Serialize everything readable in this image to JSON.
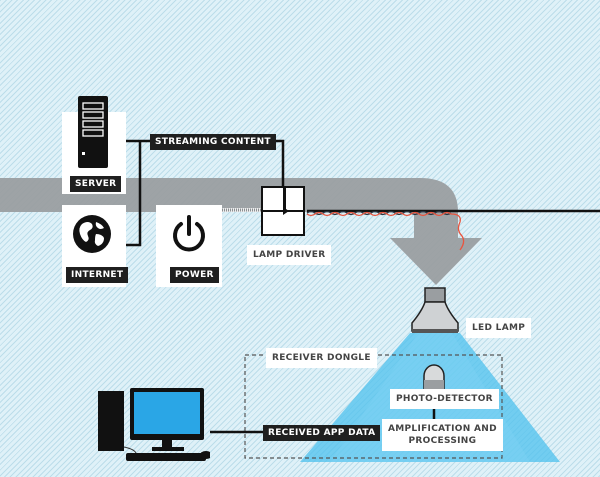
{
  "diagram": {
    "type": "Li-Fi data transmission diagram",
    "colors": {
      "background": "#dff1f8",
      "pipe": "#9a9ea1",
      "light_beam": "#3db4e8",
      "label_dark": "#1f1f1f",
      "signal_red": "#e8553f",
      "screen_blue": "#2aa6e6"
    },
    "sources": {
      "server_label": "SERVER",
      "internet_label": "INTERNET",
      "power_label": "POWER"
    },
    "streaming_label": "STREAMING CONTENT",
    "lamp_driver_label": "LAMP DRIVER",
    "led_lamp_label": "LED LAMP",
    "receiver": {
      "group_label": "RECEIVER DONGLE",
      "photo_detector_label": "PHOTO-DETECTOR",
      "amplification_label_line1": "AMPLIFICATION AND",
      "amplification_label_line2": "PROCESSING"
    },
    "output_label": "RECEIVED APP DATA",
    "icons": [
      "server-icon",
      "globe-icon",
      "power-icon",
      "lamp-icon",
      "photo-detector-icon",
      "desktop-computer-icon"
    ]
  }
}
